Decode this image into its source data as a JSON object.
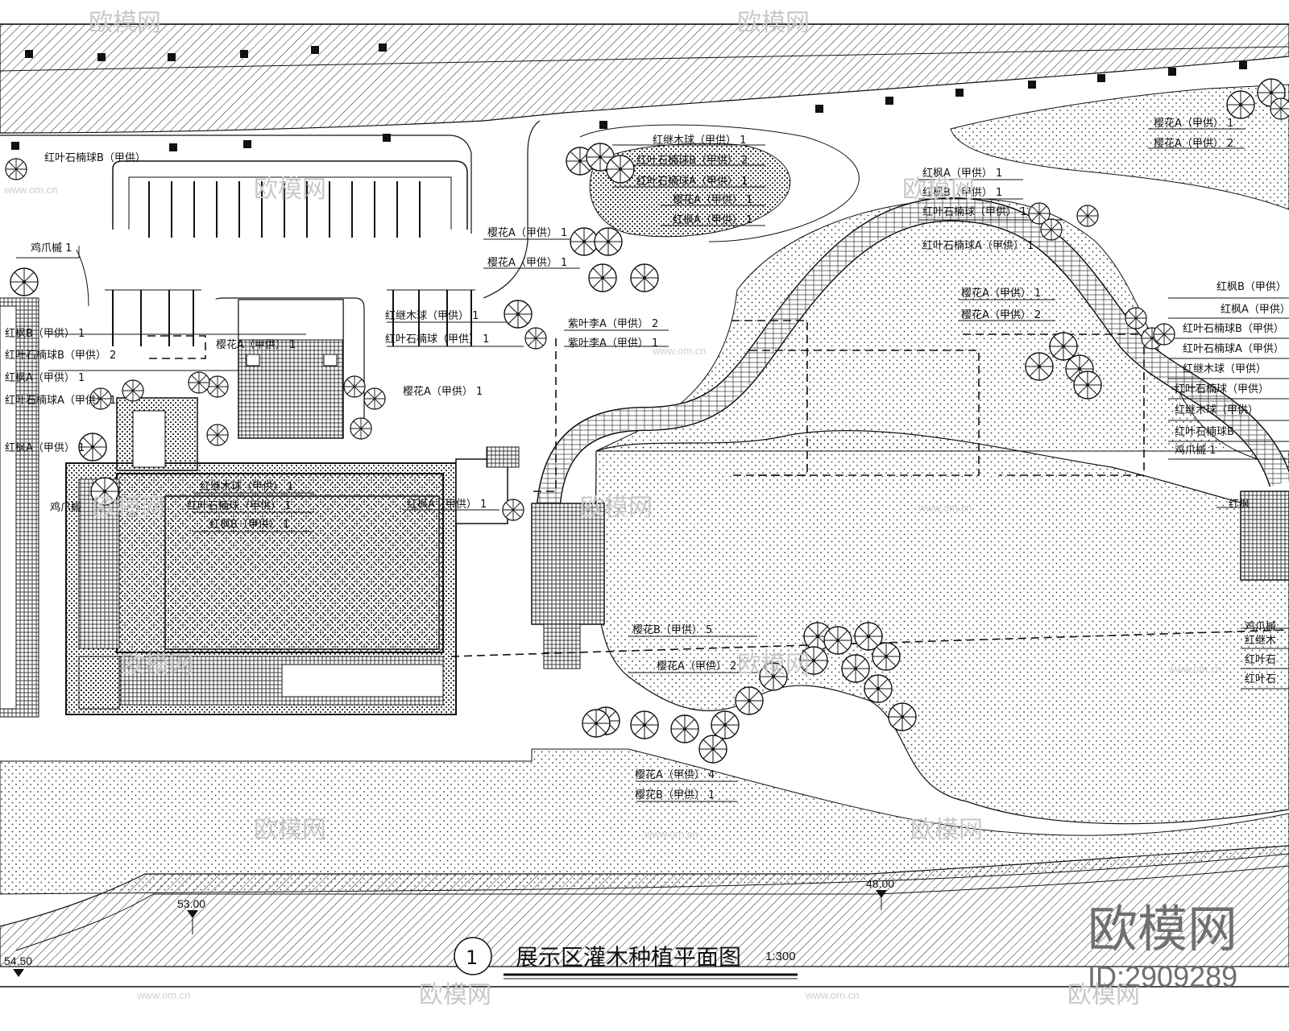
{
  "drawing": {
    "number": "1",
    "title": "展示区灌木种植平面图",
    "scale": "1:300"
  },
  "elevations": [
    "53.00",
    "48.00",
    "54.50"
  ],
  "labels": [
    "红叶石楠球B（甲供）",
    "鸡爪槭 1",
    "樱花A（甲供） 1",
    "樱花A（甲供） 1",
    "红继木球（甲供） 1",
    "红叶石楠球B（甲供） 2",
    "红叶石楠球A（甲供） 1",
    "樱花A（甲供） 1",
    "红枫A（甲供） 1",
    "红枫A（甲供） 1",
    "红枫B（甲供） 1",
    "红叶石楠球（甲供） 1",
    "红叶石楠球A（甲供） 1",
    "樱花A（甲供） 1",
    "樱花A（甲供） 2",
    "红枫B（甲供）",
    "红枫A（甲供）",
    "红叶石楠球B（甲供）",
    "红叶石楠球A（甲供）",
    "红继木球（甲供）",
    "红叶石楠球（甲供）",
    "红继木球（甲供）",
    "红叶石楠球B",
    "鸡爪槭 1",
    "樱花A（甲供） 1",
    "樱花A（甲供） 2",
    "红继木球（甲供） 1",
    "红叶石楠球（甲供） 1",
    "樱花A（甲供） 1",
    "红继木球（甲供） 1",
    "红叶石楠球（甲供） 1",
    "红枫B（甲供） 1",
    "红枫A（甲供） 1",
    "紫叶李A（甲供） 2",
    "紫叶李A（甲供） 1",
    "樱花A（甲供） 1",
    "樱花B（甲供） 5",
    "樱花A（甲供） 2",
    "樱花A（甲供） 4",
    "樱花B（甲供） 1",
    "红枫B（甲供） 1",
    "红叶石楠球B（甲供） 2",
    "红枫A（甲供） 1",
    "红叶石楠球A（甲供） 1",
    "红枫A（甲供） 1",
    "鸡爪槭",
    "红继木",
    "红叶石",
    "红叶石",
    "鸡爪槭",
    "红枫"
  ],
  "watermark": {
    "brand": "欧模网",
    "id": "ID:2909289",
    "url": "www.om.cn"
  }
}
